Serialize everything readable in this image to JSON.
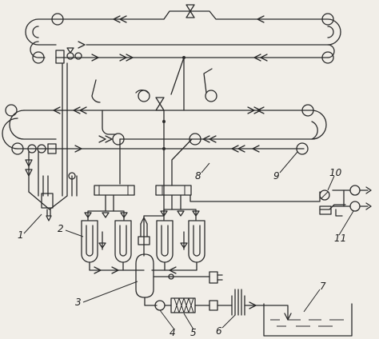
{
  "diagram": {
    "callouts": [
      {
        "id": "c1",
        "label": "1"
      },
      {
        "id": "c2",
        "label": "2"
      },
      {
        "id": "c3",
        "label": "3"
      },
      {
        "id": "c4",
        "label": "4"
      },
      {
        "id": "c5",
        "label": "5"
      },
      {
        "id": "c6",
        "label": "6"
      },
      {
        "id": "c7",
        "label": "7"
      },
      {
        "id": "c8",
        "label": "8"
      },
      {
        "id": "c9",
        "label": "9"
      },
      {
        "id": "c10",
        "label": "10"
      },
      {
        "id": "c11",
        "label": "11"
      }
    ],
    "colors": {
      "ink": "#2b2b2b",
      "paper": "#f1eee8"
    }
  }
}
